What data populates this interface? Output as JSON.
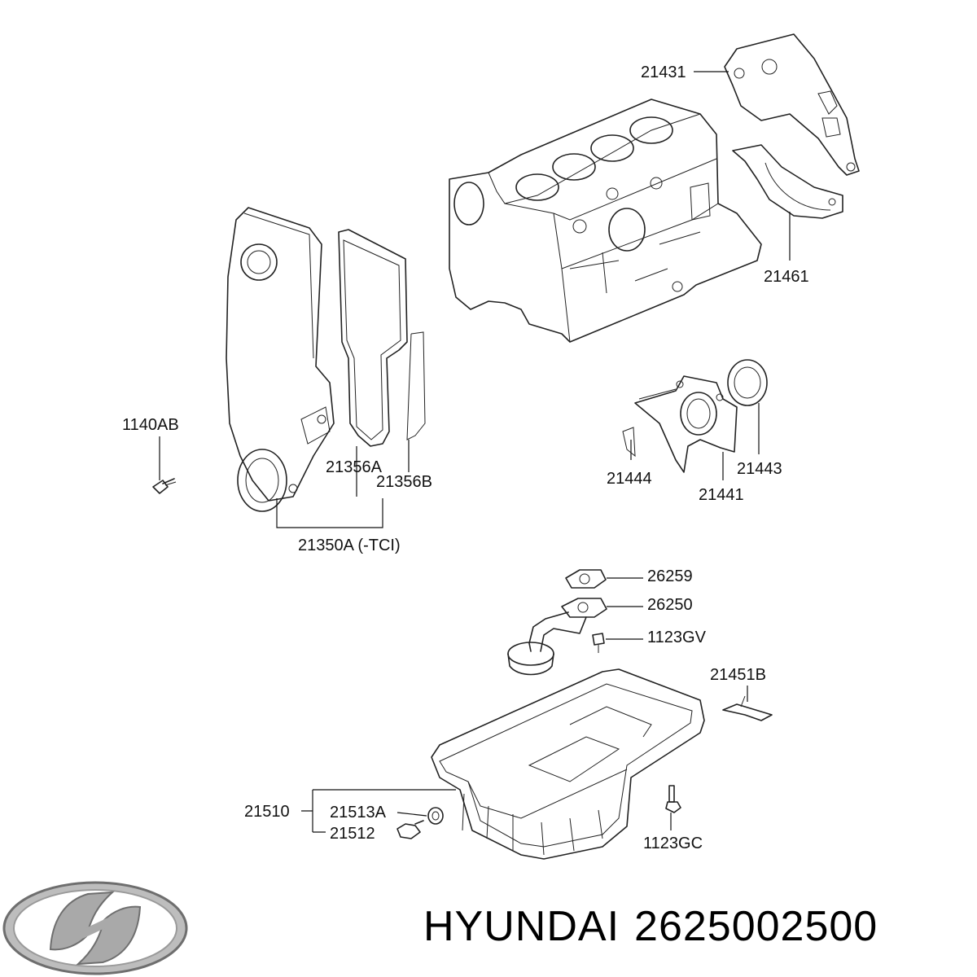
{
  "labels": {
    "p21431": "21431",
    "p21461": "21461",
    "p1140AB": "1140AB",
    "p21356A": "21356A",
    "p21356B": "21356B",
    "p21350A": "21350A (-TCI)",
    "p21444": "21444",
    "p21441": "21441",
    "p21443": "21443",
    "p26259": "26259",
    "p26250": "26250",
    "p1123GV": "1123GV",
    "p21451B": "21451B",
    "p21510": "21510",
    "p21513A": "21513A",
    "p21512": "21512",
    "p1123GC": "1123GC"
  },
  "footer": {
    "brand": "HYUNDAI",
    "part_number": "2625002500"
  },
  "icons": {
    "logo": "hyundai-logo-icon"
  }
}
